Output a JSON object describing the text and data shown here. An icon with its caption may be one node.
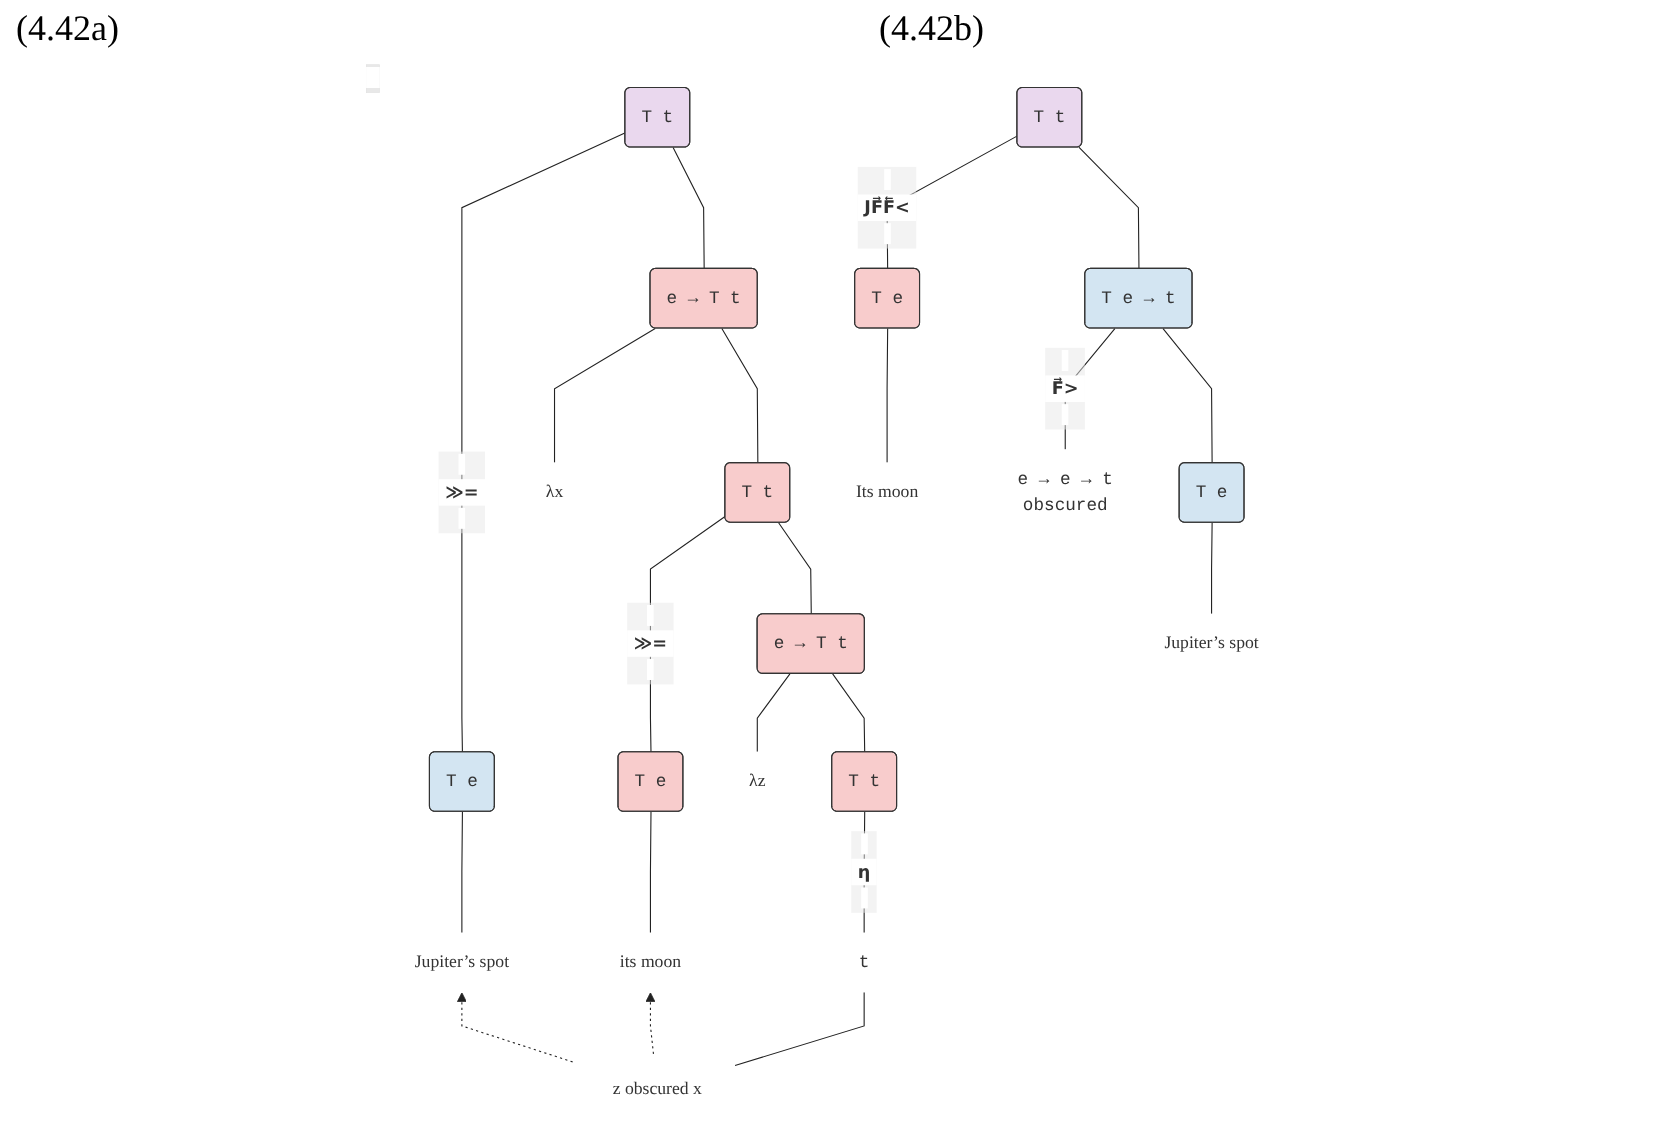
{
  "diagram": {
    "nodes": [
      {
        "text": [
          "T t"
        ]
      },
      {
        "text": [
          "T e"
        ]
      },
      {
        "text": [
          "Jupiter’s spot"
        ]
      },
      {
        "text": [
          "e → T t"
        ]
      },
      {
        "text": [
          "λx"
        ]
      },
      {
        "text": [
          "T t"
        ]
      },
      {
        "text": [
          "T e"
        ]
      },
      {
        "text": [
          "its moon"
        ]
      },
      {
        "text": [
          "e → T t"
        ]
      },
      {
        "text": [
          "λz"
        ]
      },
      {
        "text": [
          "T t"
        ]
      },
      {
        "text": [
          "t"
        ]
      },
      {
        "text": [
          "z obscured x"
        ]
      },
      {
        "text": [
          "T t"
        ]
      },
      {
        "text": [
          "T e"
        ]
      },
      {
        "text": [
          "Its moon"
        ]
      },
      {
        "text": [
          "T e → t"
        ]
      },
      {
        "text": [
          "e → e → t",
          "obscured"
        ]
      },
      {
        "text": [
          "T e"
        ]
      },
      {
        "text": [
          "Jupiter’s spot"
        ]
      }
    ],
    "edges": [
      {
        "from": 0,
        "to": 1,
        "arrow": "none",
        "label": "≫="
      },
      {
        "from": 0,
        "to": 3,
        "arrow": "none"
      },
      {
        "from": 1,
        "to": 2,
        "arrow": "none"
      },
      {
        "from": 3,
        "to": 4,
        "arrow": "none"
      },
      {
        "from": 3,
        "to": 5,
        "arrow": "none"
      },
      {
        "from": 5,
        "to": 6,
        "arrow": "none",
        "label": "≫="
      },
      {
        "from": 5,
        "to": 8,
        "arrow": "none"
      },
      {
        "from": 6,
        "to": 7,
        "arrow": "none"
      },
      {
        "from": 8,
        "to": 9,
        "arrow": "none"
      },
      {
        "from": 8,
        "to": 10,
        "arrow": "none"
      },
      {
        "from": 10,
        "to": 11,
        "arrow": "none",
        "label": "η"
      },
      {
        "from": 11,
        "to": 12,
        "arrow": "none"
      },
      {
        "from": 12,
        "to": 7,
        "arrow": "to",
        "style": "dashed"
      },
      {
        "from": 12,
        "to": 2,
        "arrow": "to",
        "style": "dashed"
      },
      {
        "from": 13,
        "to": 14,
        "arrow": "none",
        "label": "JF⃗F⃖<"
      },
      {
        "from": 13,
        "to": 16,
        "arrow": "none"
      },
      {
        "from": 14,
        "to": 15,
        "arrow": "none"
      },
      {
        "from": 16,
        "to": 17,
        "arrow": "none",
        "label": "F⃗>"
      },
      {
        "from": 16,
        "to": 18,
        "arrow": "none"
      },
      {
        "from": 18,
        "to": 19,
        "arrow": "none"
      }
    ],
    "labels": [
      "(4.42a)",
      "(4.42b)"
    ]
  }
}
